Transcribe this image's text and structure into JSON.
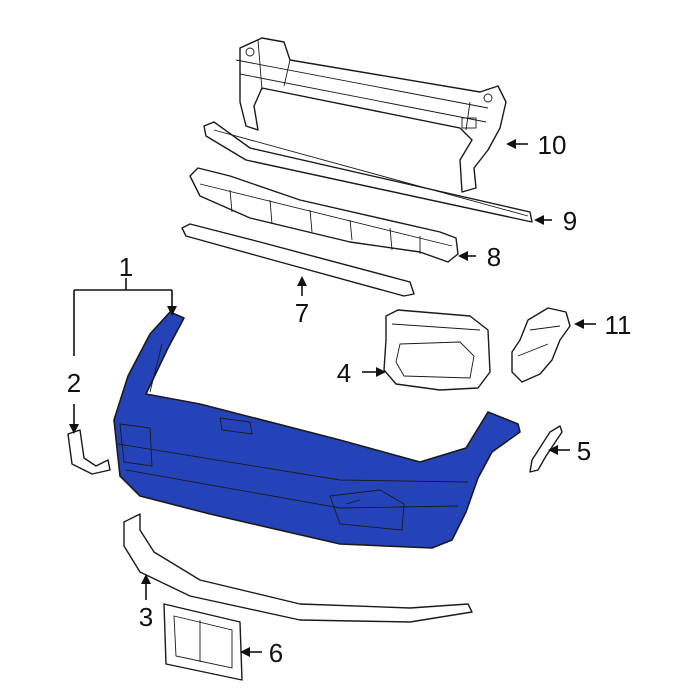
{
  "diagram": {
    "highlight_color": "#2443b8",
    "callouts": [
      {
        "id": "1",
        "label": "1"
      },
      {
        "id": "2",
        "label": "2"
      },
      {
        "id": "3",
        "label": "3"
      },
      {
        "id": "4",
        "label": "4"
      },
      {
        "id": "5",
        "label": "5"
      },
      {
        "id": "6",
        "label": "6"
      },
      {
        "id": "7",
        "label": "7"
      },
      {
        "id": "8",
        "label": "8"
      },
      {
        "id": "9",
        "label": "9"
      },
      {
        "id": "10",
        "label": "10"
      },
      {
        "id": "11",
        "label": "11"
      }
    ]
  }
}
